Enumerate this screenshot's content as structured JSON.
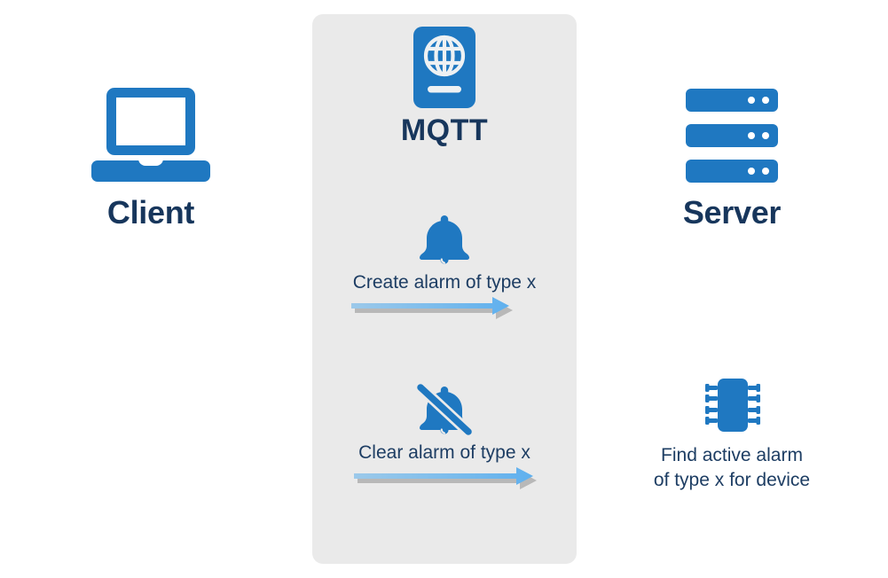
{
  "diagram": {
    "title_client": "Client",
    "title_server": "Server",
    "broker": {
      "label": "MQTT",
      "icon": "globe-book-icon"
    },
    "flows": [
      {
        "id": "create-alarm",
        "icon": "bell-icon",
        "label": "Create alarm of type x",
        "direction": "client-to-server",
        "arrow": "arrow-right-icon"
      },
      {
        "id": "clear-alarm",
        "icon": "bell-off-icon",
        "label": "Clear alarm of type x",
        "direction": "client-to-server",
        "arrow": "arrow-right-icon"
      }
    ],
    "device": {
      "icon": "microchip-icon",
      "caption_line1": "Find active alarm",
      "caption_line2": "of type x for device"
    },
    "icons": {
      "client": "laptop-icon",
      "server": "server-rack-icon"
    },
    "colors": {
      "primary_blue": "#1f78c1",
      "arrow_blue": "#6cb4ea",
      "arrow_shadow": "#b8b8b8",
      "heading_navy": "#17365c",
      "body_navy": "#1d3d63",
      "panel_gray": "#eaeaea",
      "background": "#ffffff"
    }
  }
}
